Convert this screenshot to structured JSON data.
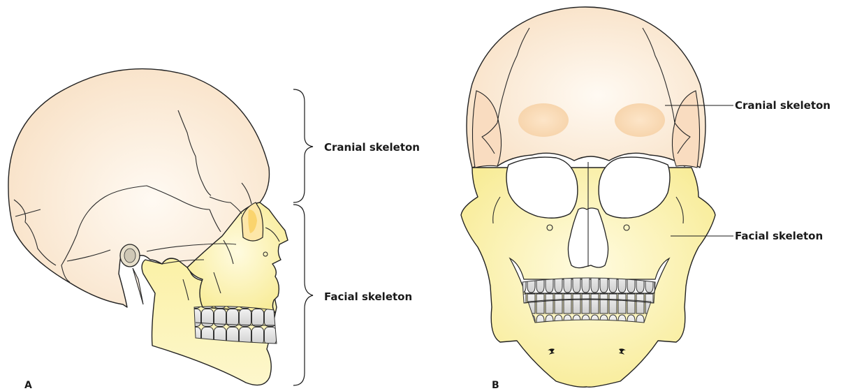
{
  "panel_a": {
    "letter": "A",
    "labels": {
      "cranial": "Cranial skeleton",
      "facial": "Facial skeleton"
    }
  },
  "panel_b": {
    "letter": "B",
    "labels": {
      "cranial": "Cranial skeleton",
      "facial": "Facial skeleton"
    }
  },
  "colors": {
    "cranial_fill": "#fbe8d2",
    "facial_fill": "#fbf3a8",
    "teeth_fill": "#e4e4e4",
    "outline": "#222222"
  }
}
